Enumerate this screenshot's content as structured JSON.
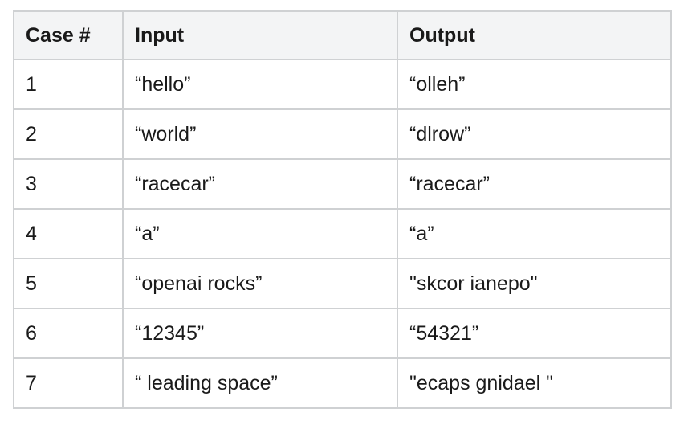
{
  "table": {
    "headers": [
      "Case #",
      "Input",
      "Output"
    ],
    "rows": [
      [
        "1",
        "“hello”",
        "“olleh”"
      ],
      [
        "2",
        "“world”",
        "“dlrow”"
      ],
      [
        "3",
        "“racecar”",
        "“racecar”"
      ],
      [
        "4",
        "“a”",
        "“a”"
      ],
      [
        "5",
        "“openai rocks”",
        "\"skcor ianepo\""
      ],
      [
        "6",
        "“12345”",
        "“54321”"
      ],
      [
        "7",
        "“ leading space”",
        "\"ecaps gnidael \""
      ]
    ]
  }
}
